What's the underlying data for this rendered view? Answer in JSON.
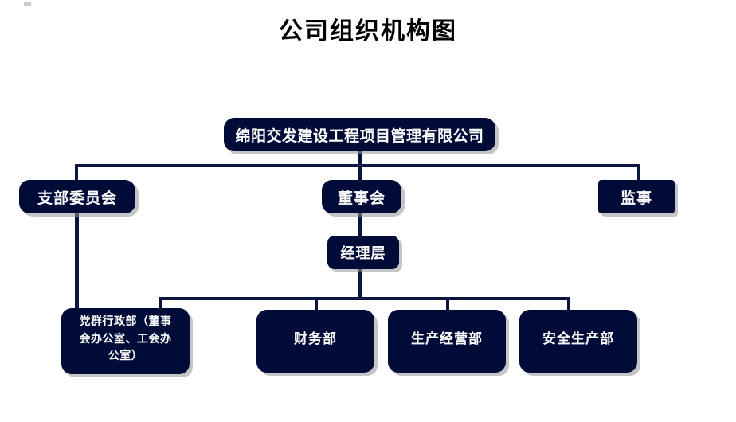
{
  "document": {
    "title": "公司组织机构图",
    "background_color": "#ffffff"
  },
  "theme": {
    "node_fill": "#000b38",
    "node_text": "#ffffff",
    "connector_color": "#0b1442",
    "title_color": "#000000",
    "shadow_color": "#969696"
  },
  "chart_data": {
    "type": "diagram",
    "subtype": "organizational-chart",
    "title": "公司组织机构图",
    "orientation": "top-down",
    "levels": 4,
    "nodes": [
      {
        "id": "root",
        "label": "绵阳交发建设工程项目管理有限公司",
        "level": 0,
        "parent": null
      },
      {
        "id": "branch",
        "label": "支部委员会",
        "level": 1,
        "parent": "root"
      },
      {
        "id": "board",
        "label": "董事会",
        "level": 1,
        "parent": "root"
      },
      {
        "id": "super",
        "label": "监事",
        "level": 1,
        "parent": "root"
      },
      {
        "id": "mgmt",
        "label": "经理层",
        "level": 2,
        "parent": "board"
      },
      {
        "id": "party",
        "label": "党群行政部（董事\n会办公室、工会办\n公室）",
        "level": 3,
        "parent": "branch"
      },
      {
        "id": "finance",
        "label": "财务部",
        "level": 3,
        "parent": "mgmt"
      },
      {
        "id": "prodop",
        "label": "生产经营部",
        "level": 3,
        "parent": "mgmt"
      },
      {
        "id": "safety",
        "label": "安全生产部",
        "level": 3,
        "parent": "mgmt"
      }
    ],
    "edges": [
      {
        "from": "root",
        "to": "branch"
      },
      {
        "from": "root",
        "to": "board"
      },
      {
        "from": "root",
        "to": "super"
      },
      {
        "from": "board",
        "to": "mgmt"
      },
      {
        "from": "branch",
        "to": "party"
      },
      {
        "from": "mgmt",
        "to": "finance"
      },
      {
        "from": "mgmt",
        "to": "prodop"
      },
      {
        "from": "mgmt",
        "to": "safety"
      }
    ]
  },
  "nodes": {
    "root": {
      "label": "绵阳交发建设工程项目管理有限公司"
    },
    "branch": {
      "label": "支部委员会"
    },
    "board": {
      "label": "董事会"
    },
    "super": {
      "label": "监事"
    },
    "mgmt": {
      "label": "经理层"
    },
    "party": {
      "label": "党群行政部（董事\n会办公室、工会办\n公室）"
    },
    "finance": {
      "label": "财务部"
    },
    "prodop": {
      "label": "生产经营部"
    },
    "safety": {
      "label": "安全生产部"
    }
  }
}
